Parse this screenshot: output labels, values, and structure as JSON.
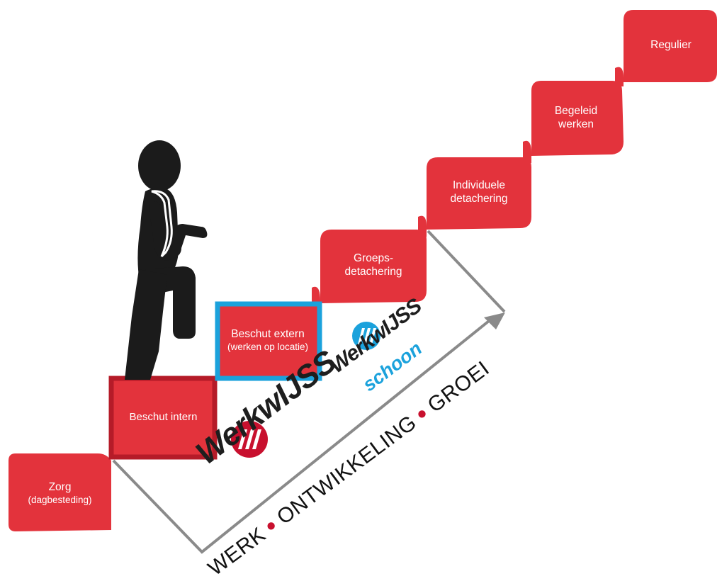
{
  "steps": [
    {
      "id": "zorg",
      "line1": "Zorg",
      "line2": "(dagbesteding)"
    },
    {
      "id": "intern",
      "line1": "Beschut intern"
    },
    {
      "id": "extern",
      "line1": "Beschut extern",
      "line2": "(werken op locatie)"
    },
    {
      "id": "groeps",
      "line1": "Groeps-",
      "line2": "detachering"
    },
    {
      "id": "indiv",
      "line1": "Individuele",
      "line2": "detachering"
    },
    {
      "id": "begeleid",
      "line1": "Begeleid",
      "line2": "werken"
    },
    {
      "id": "regulier",
      "line1": "Regulier"
    }
  ],
  "logos": {
    "main": "WerkwIJSS",
    "schoon_brand": "WerkwIJSS",
    "schoon_word": "schoon"
  },
  "slogan": {
    "words": [
      "WERK",
      "ONTWIKKELING",
      "GROEI"
    ]
  },
  "colors": {
    "step_red": "#e3333c",
    "highlight_intern_border": "#b51b28",
    "highlight_extern_border": "#1ba2dc",
    "arrow_gray": "#8a8a8a",
    "figure_black": "#1b1b1b",
    "logo_red": "#c8102e",
    "logo_blue": "#1ba2dc"
  },
  "icons": [
    "walking-person-icon",
    "werkwijss-logo-icon",
    "werkwijss-schoon-logo-icon"
  ]
}
